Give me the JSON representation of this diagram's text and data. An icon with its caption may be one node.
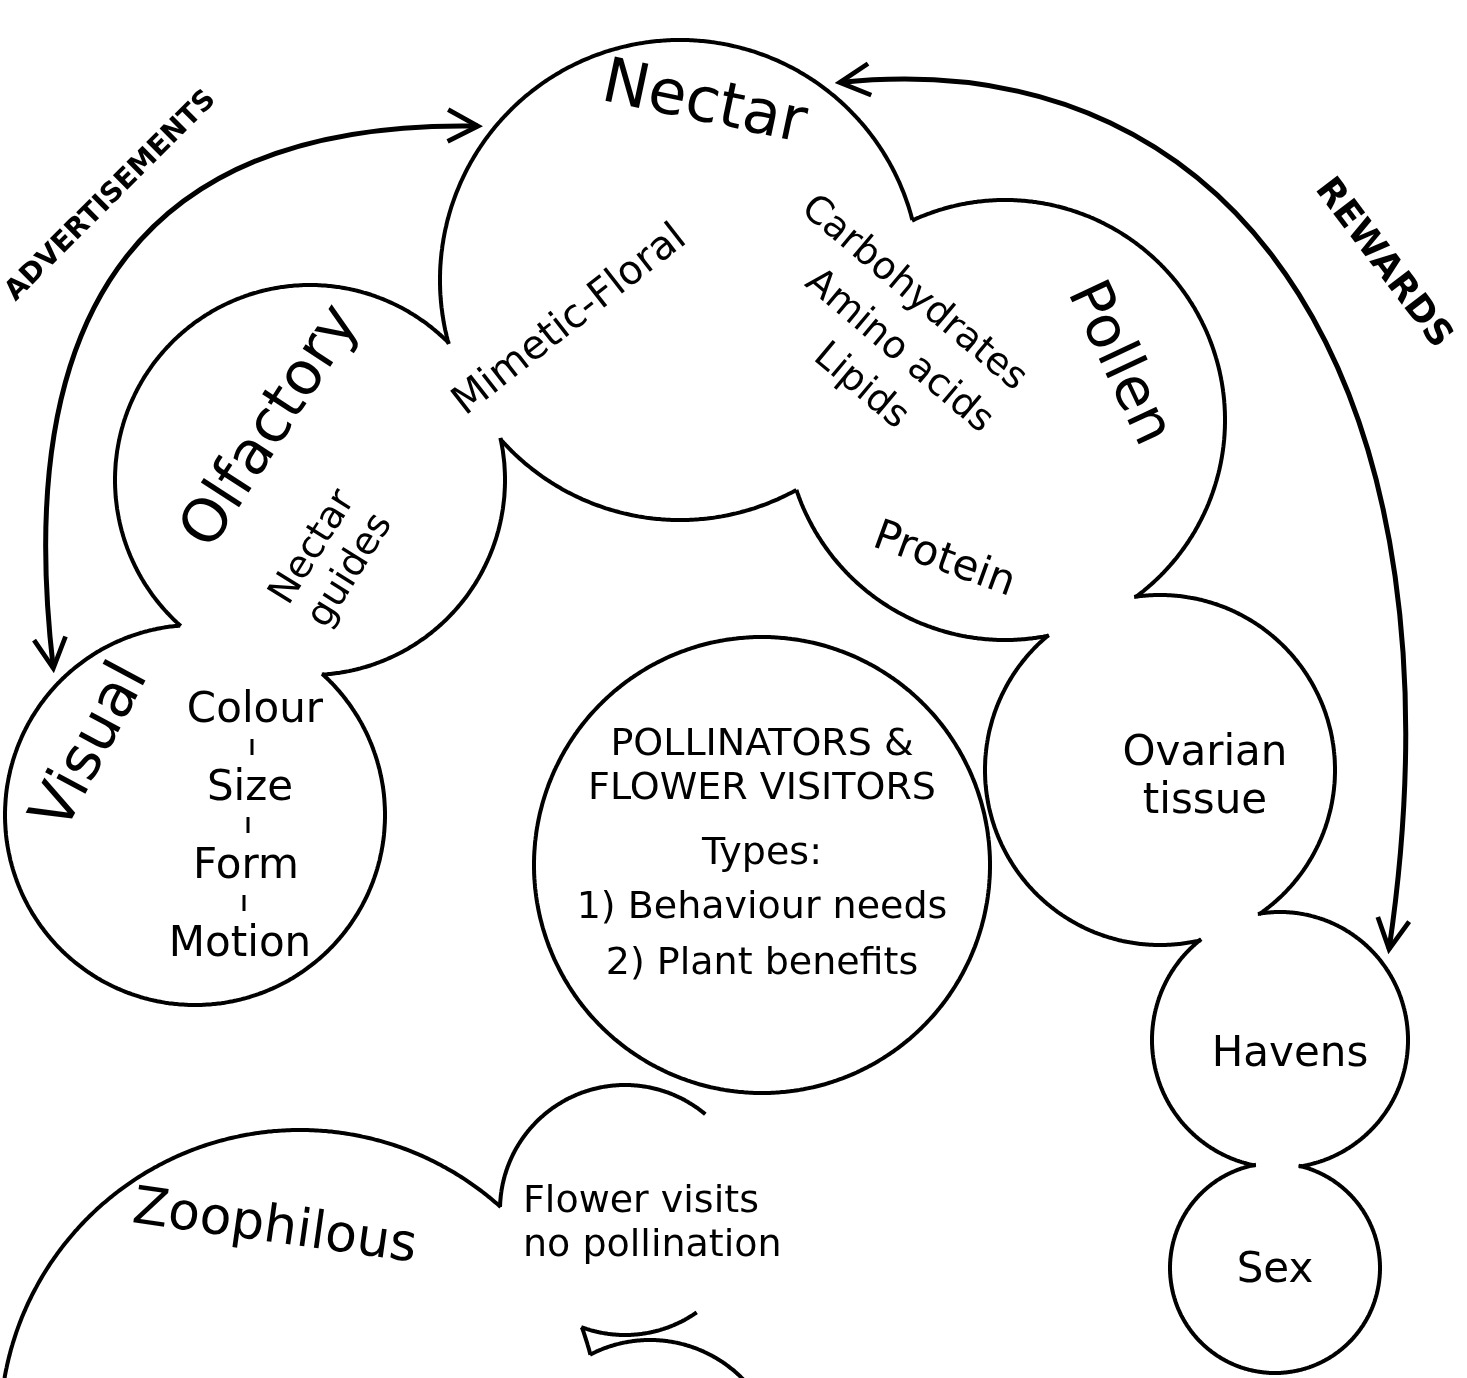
{
  "diagram": {
    "nodes": [
      {
        "text": [
          "Visual",
          "Colour",
          "Size",
          "Form",
          "Motion"
        ]
      },
      {
        "text": [
          "Olfactory",
          "Nectar guides"
        ]
      },
      {
        "text": [
          "Nectar",
          "Mimetic-Floral"
        ]
      },
      {
        "text": [
          "Pollen",
          "Carbohydrates",
          "Amino acids",
          "Lipids",
          "Protein"
        ]
      },
      {
        "text": [
          "Ovarian tissue"
        ]
      },
      {
        "text": [
          "Havens"
        ]
      },
      {
        "text": [
          "Sex"
        ]
      },
      {
        "text": [
          "POLLINATORS & FLOWER VISITORS",
          "Types:",
          "1) Behaviour needs",
          "2) Plant benefits"
        ]
      },
      {
        "text": [
          "Zoophilous"
        ]
      },
      {
        "text": [
          "Flower visits no pollination"
        ]
      },
      {
        "text": [],
        "shape": "circle"
      }
    ],
    "edges": [
      {
        "from": 0,
        "to": 2,
        "arrow": "both",
        "label": "ADVERTISEMENTS"
      },
      {
        "from": 2,
        "to": 5,
        "arrow": "both",
        "label": "REWARDS"
      }
    ]
  }
}
